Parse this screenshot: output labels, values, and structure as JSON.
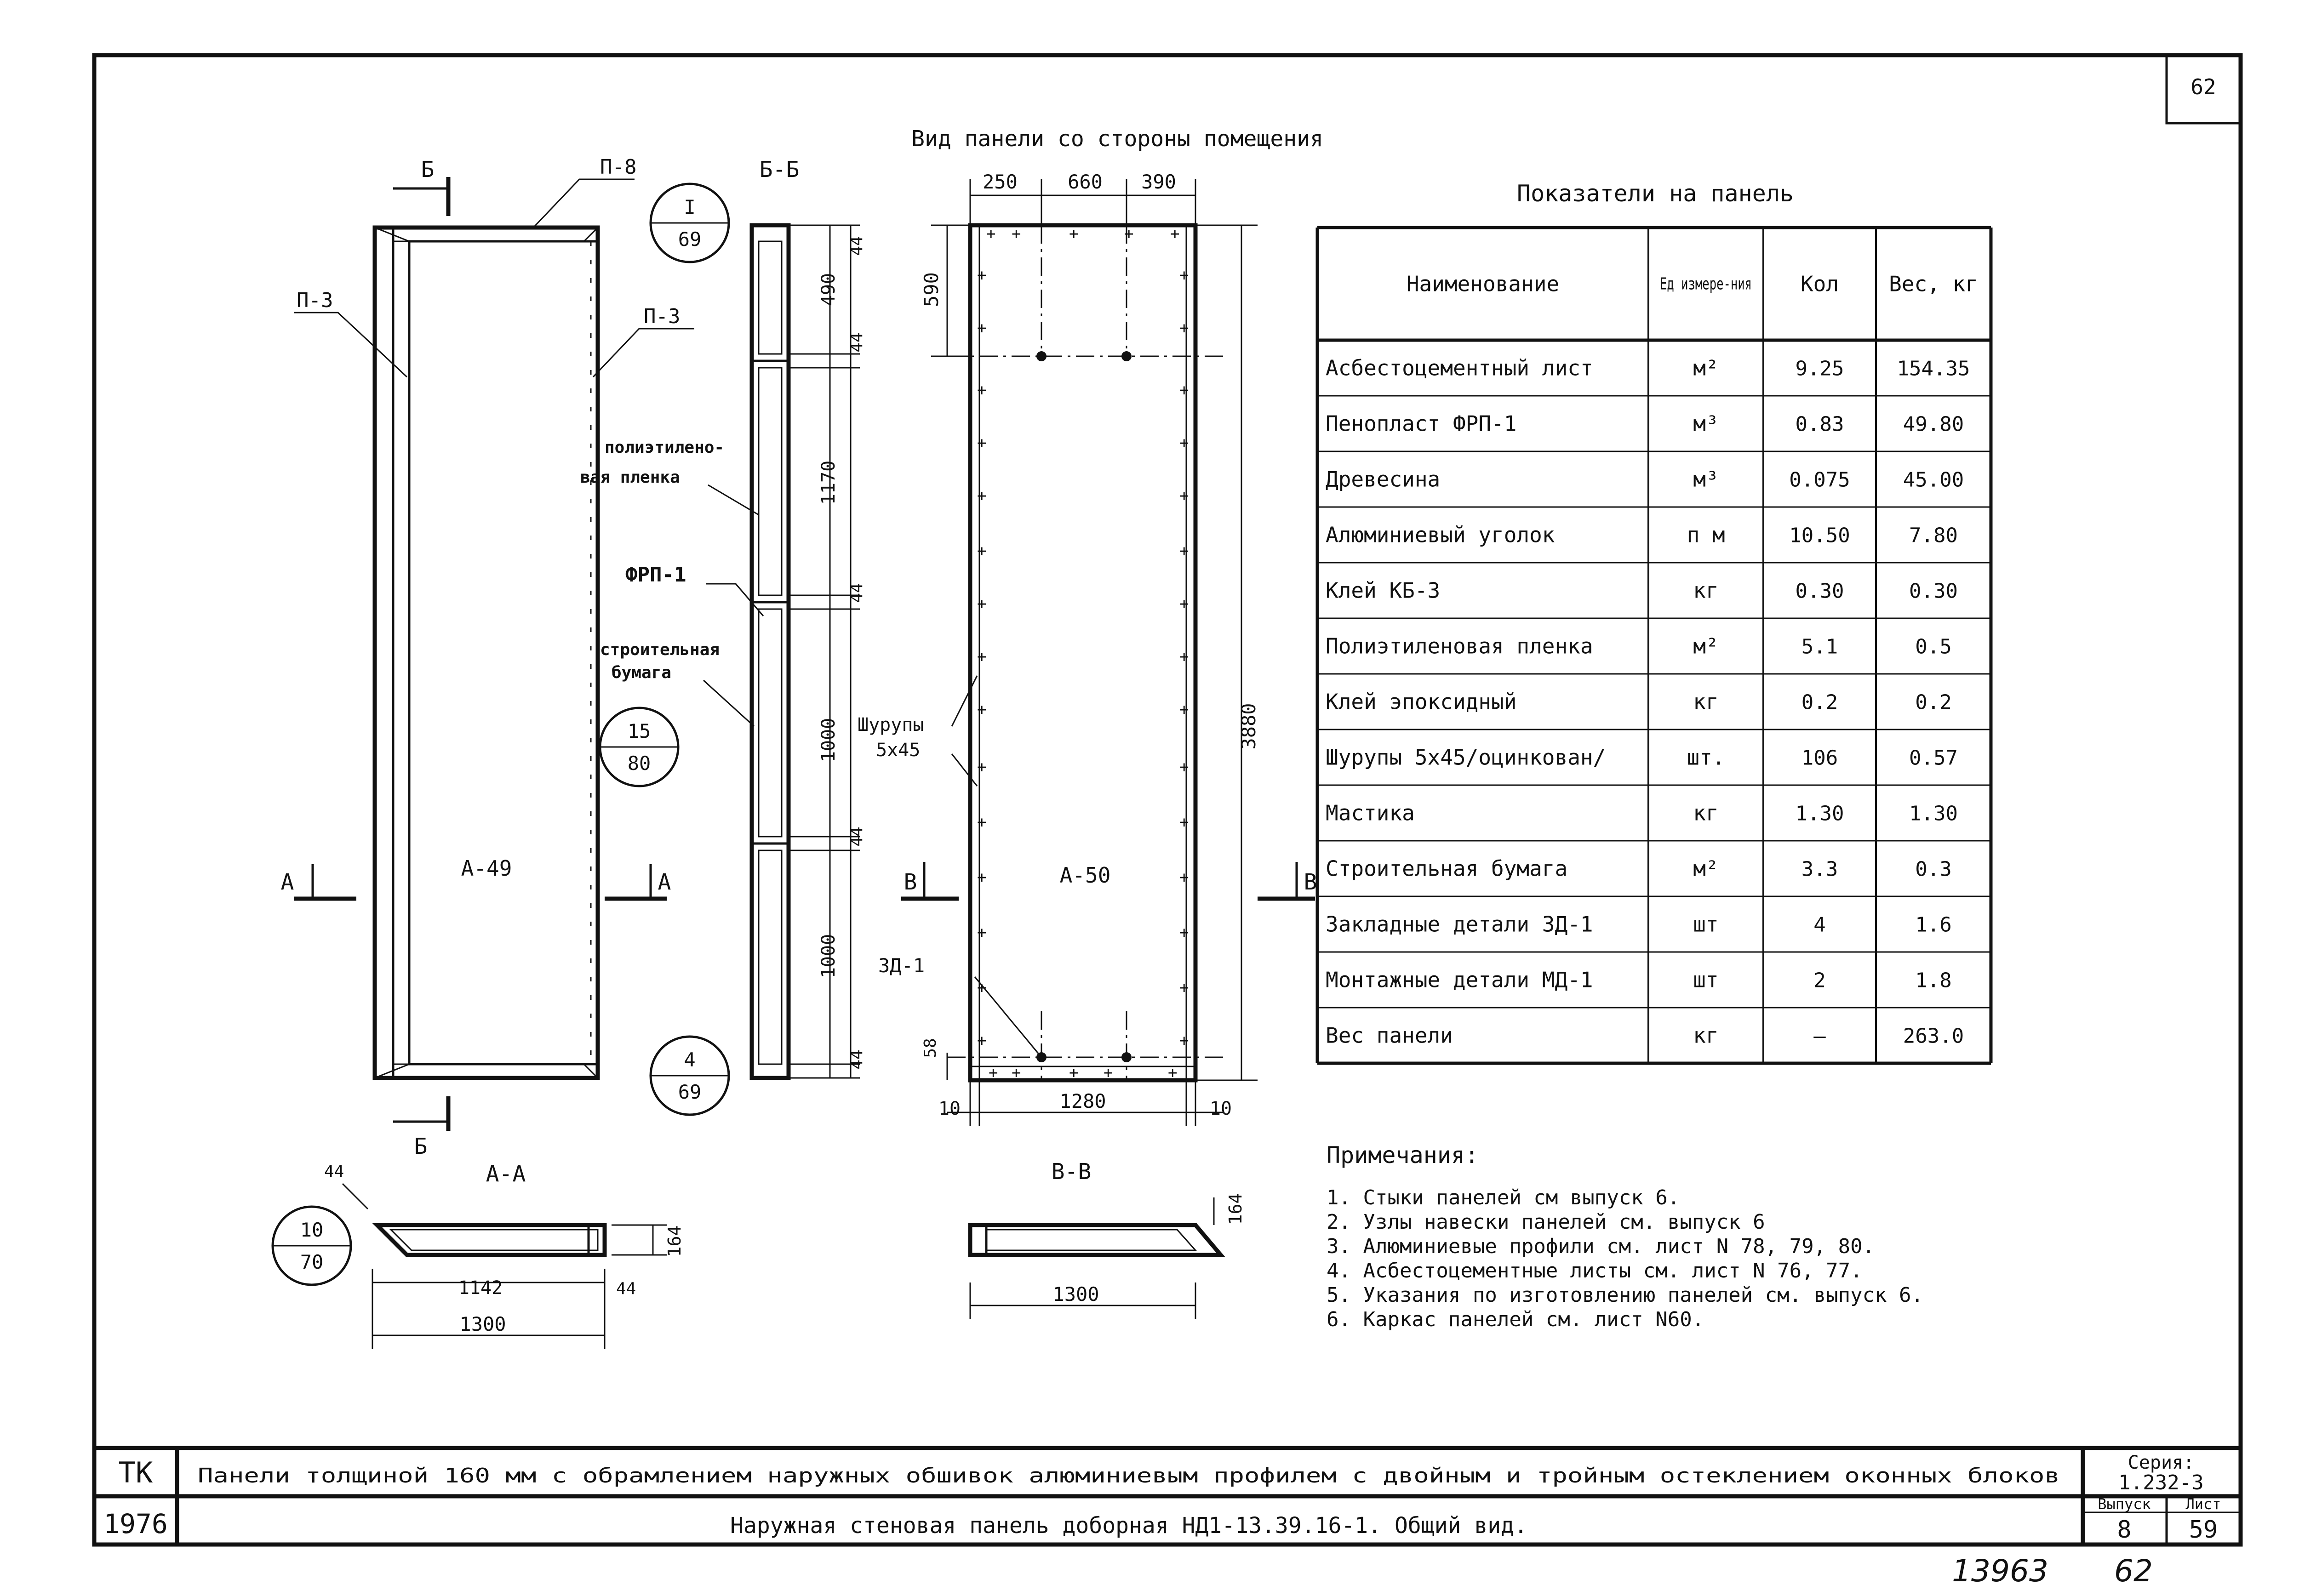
{
  "sheet_number_top": "62",
  "view_title": "Вид панели со стороны помещения",
  "panel_marks": {
    "left": "А-49",
    "right": "А-50"
  },
  "profile_labels": {
    "top": "П-8",
    "left": "П-3",
    "right": "П-3"
  },
  "section_marks": {
    "b": "Б",
    "b_b": "Б-Б",
    "a": "А",
    "a_a": "А-А",
    "v": "В",
    "v_v": "В-В"
  },
  "callouts": [
    {
      "num": "I",
      "den": "69"
    },
    {
      "num": "15",
      "den": "80"
    },
    {
      "num": "4",
      "den": "69"
    },
    {
      "num": "10",
      "den": "70"
    }
  ],
  "layer_labels": {
    "film_1": "полиэтилено-",
    "film_2": "вая пленка",
    "frp": "ФРП-1",
    "paper_1": "строительная",
    "paper_2": "бумага",
    "screws_1": "Шурупы",
    "screws_2": "5х45",
    "zd": "ЗД-1"
  },
  "dimensions": {
    "bb": [
      "490",
      "44",
      "1170",
      "44",
      "1000",
      "44",
      "1000",
      "44",
      "44"
    ],
    "top": [
      "250",
      "660",
      "390"
    ],
    "left_590": "590",
    "height": "3880",
    "bottom_58": "58",
    "bottom": [
      "10",
      "1280",
      "10"
    ],
    "aa": [
      "44",
      "164",
      "1142",
      "44",
      "1300"
    ],
    "vv": [
      "164",
      "1300"
    ]
  },
  "table": {
    "title": "Показатели на панель",
    "headers": [
      "Наименование",
      "Ед измере-ния",
      "Кол",
      "Вес, кг"
    ],
    "rows": [
      [
        "Асбестоцементный лист",
        "м²",
        "9.25",
        "154.35"
      ],
      [
        "Пенопласт ФРП-1",
        "м³",
        "0.83",
        "49.80"
      ],
      [
        "Древесина",
        "м³",
        "0.075",
        "45.00"
      ],
      [
        "Алюминиевый уголок",
        "п м",
        "10.50",
        "7.80"
      ],
      [
        "Клей КБ-3",
        "кг",
        "0.30",
        "0.30"
      ],
      [
        "Полиэтиленовая пленка",
        "м²",
        "5.1",
        "0.5"
      ],
      [
        "Клей эпоксидный",
        "кг",
        "0.2",
        "0.2"
      ],
      [
        "Шурупы 5х45/оцинкован/",
        "шт.",
        "106",
        "0.57"
      ],
      [
        "Мастика",
        "кг",
        "1.30",
        "1.30"
      ],
      [
        "Строительная бумага",
        "м²",
        "3.3",
        "0.3"
      ],
      [
        "Закладные детали ЗД-1",
        "шт",
        "4",
        "1.6"
      ],
      [
        "Монтажные детали МД-1",
        "шт",
        "2",
        "1.8"
      ],
      [
        "Вес панели",
        "кг",
        "—",
        "263.0"
      ]
    ]
  },
  "notes": {
    "title": "Примечания:",
    "items": [
      "1. Стыки панелей см выпуск 6.",
      "2. Узлы навески панелей см. выпуск 6",
      "3. Алюминиевые профили см. лист N 78, 79, 80.",
      "4. Асбестоцементные листы см. лист N 76, 77.",
      "5. Указания по изготовлению панелей см. выпуск 6.",
      "6. Каркас панелей см. лист N60."
    ]
  },
  "title_block": {
    "tk": "ТК",
    "year": "1976",
    "line1": "Панели толщиной 160 мм с обрамлением наружных обшивок алюминиевым профилем с двойным и тройным остеклением оконных блоков",
    "line2": "Наружная стеновая панель доборная НД1-13.39.16-1. Общий вид.",
    "series_label": "Серия:",
    "series_value": "1.232-3",
    "issue_label": "Выпуск",
    "issue_value": "8",
    "sheet_label": "Лист",
    "sheet_value": "59"
  },
  "handwritten": {
    "left": "13963",
    "right": "62"
  }
}
